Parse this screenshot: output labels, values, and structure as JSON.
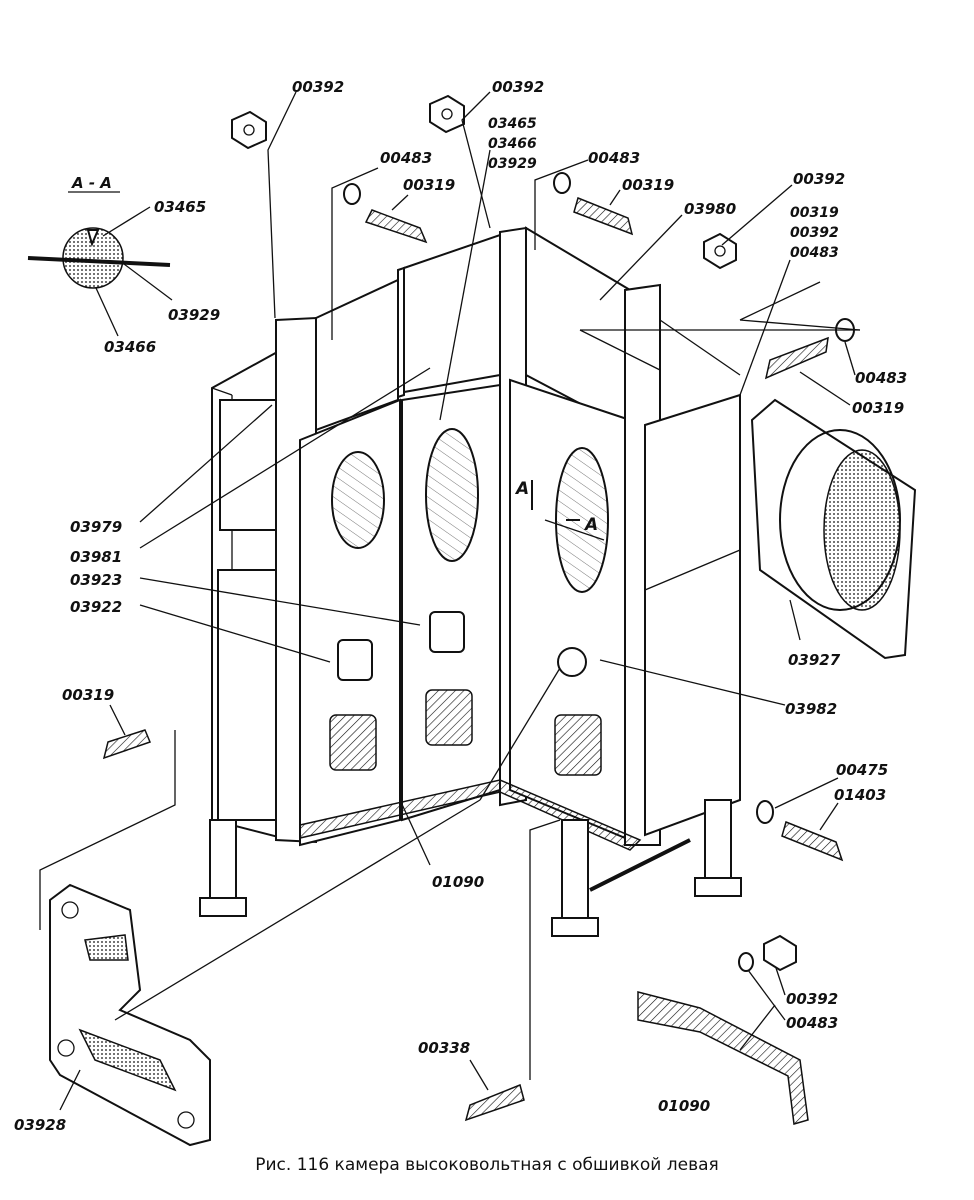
{
  "caption": "Рис. 116 камера высоковольтная с обшивкой левая",
  "section": {
    "title": "А - А",
    "mark_left": "А",
    "mark_right": "А"
  },
  "labels": {
    "l00392a": "00392",
    "l00392b": "00392",
    "l03465_top": "03465",
    "l03466_top": "03466",
    "l03929_top": "03929",
    "l00483a": "00483",
    "l00319a": "00319",
    "l00483b": "00483",
    "l00319b": "00319",
    "l03980": "03980",
    "l00392c": "00392",
    "l00319_grp": "00319",
    "l00392_grp": "00392",
    "l00483_grp": "00483",
    "l00483_r": "00483",
    "l00319_r": "00319",
    "l03465_sec": "03465",
    "l03929_sec": "03929",
    "l03466_sec": "03466",
    "l03979": "03979",
    "l03981": "03981",
    "l03923": "03923",
    "l03922": "03922",
    "l00319_left": "00319",
    "l03927": "03927",
    "l03982": "03982",
    "l00475": "00475",
    "l01403": "01403",
    "l01090_mid": "01090",
    "l00392_bot": "00392",
    "l00483_bot": "00483",
    "l00338": "00338",
    "l01090_bot": "01090",
    "l03928": "03928"
  }
}
